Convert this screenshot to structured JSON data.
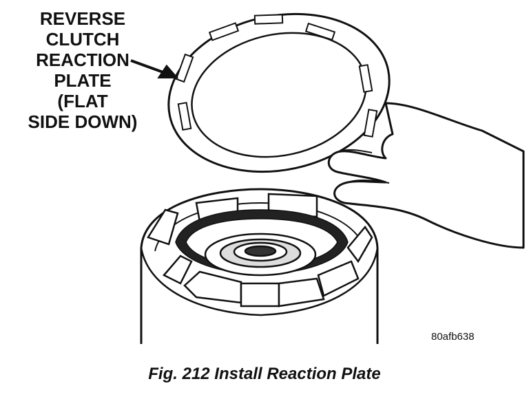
{
  "callout": {
    "lines": [
      "REVERSE",
      "CLUTCH",
      "REACTION",
      "PLATE",
      "(FLAT",
      "SIDE DOWN)"
    ]
  },
  "image_code": "80afb638",
  "caption": "Fig. 212 Install Reaction Plate",
  "colors": {
    "ink": "#111111",
    "paper": "#ffffff",
    "shade": "#5a5a5a"
  }
}
